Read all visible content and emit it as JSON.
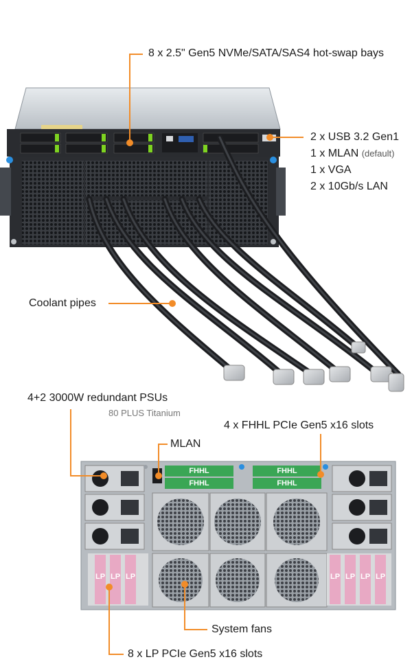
{
  "labels": {
    "drive_bays": "8 x 2.5\" Gen5 NVMe/SATA/SAS4 hot-swap bays",
    "usb": "2 x USB 3.2 Gen1",
    "mlan_front": "1 x MLAN",
    "mlan_front_note": "(default)",
    "vga": "1 x VGA",
    "lan": "2 x 10Gb/s LAN",
    "coolant": "Coolant pipes",
    "psu": "4+2 3000W redundant PSUs",
    "psu_note": "80 PLUS Titanium",
    "fhhl_slots": "4 x FHHL PCIe Gen5 x16 slots",
    "mlan_rear": "MLAN",
    "fans": "System fans",
    "lp_slots": "8 x LP PCIe Gen5 x16 slots"
  },
  "slot_marks": {
    "fhhl": "FHHL",
    "lp": "LP"
  },
  "colors": {
    "accent": "#f28c28",
    "fhhl_board": "#3aa655",
    "lp_card": "#e8a9c4",
    "chassis": "#c9ccd0"
  }
}
